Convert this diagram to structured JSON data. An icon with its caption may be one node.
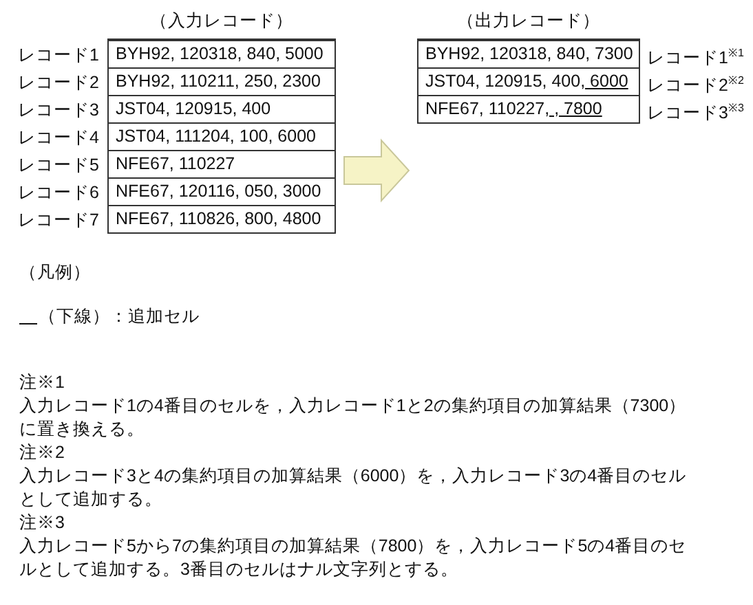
{
  "diagram": {
    "nodes": [
      {
        "text": [
          "（入力レコード）"
        ]
      },
      {
        "text": [
          "BYH92, 120318, 840, 5000"
        ],
        "in": 0,
        "beside": [
          "レコード1"
        ]
      },
      {
        "text": [
          "BYH92, 110211, 250, 2300"
        ],
        "in": 0,
        "beside": [
          "レコード2"
        ]
      },
      {
        "text": [
          "JST04, 120915, 400"
        ],
        "in": 0,
        "beside": [
          "レコード3"
        ]
      },
      {
        "text": [
          "JST04, 111204, 100, 6000"
        ],
        "in": 0,
        "beside": [
          "レコード4"
        ]
      },
      {
        "text": [
          "NFE67, 110227"
        ],
        "in": 0,
        "beside": [
          "レコード5"
        ]
      },
      {
        "text": [
          "NFE67, 120116, 050, 3000"
        ],
        "in": 0,
        "beside": [
          "レコード6"
        ]
      },
      {
        "text": [
          "NFE67, 110826, 800, 4800"
        ],
        "in": 0,
        "beside": [
          "レコード7"
        ]
      },
      {
        "text": [
          "（出力レコード）"
        ]
      },
      {
        "text": [
          "BYH92, 120318, 840, 7300"
        ],
        "in": 8,
        "beside": [
          "レコード1$^{※1}$"
        ]
      },
      {
        "text": [
          "JST04, 120915, 400, 6000"
        ],
        "in": 8,
        "beside": [
          "レコード2$^{※2}$"
        ]
      },
      {
        "text": [
          "NFE67, 110227, , 7800"
        ],
        "in": 8,
        "beside": [
          "レコード3$^{※3}$"
        ]
      }
    ],
    "edges": [
      {
        "from": 0,
        "to": 8,
        "arrow": "to"
      }
    ],
    "labels": [
      "（凡例）",
      "注※1",
      "入力レコード1の4番目のセルを，入力レコード1と2の集約項目の加算結果（7300）に置き換える。",
      "注※2",
      "入力レコード3と4の集約項目の加算結果（6000）を，入力レコード3の4番目のセルとして追加する。",
      "注※3",
      "入力レコード5から7の集約項目の加算結果（7800）を，入力レコード5の4番目のセルとして追加する。3番目のセルはナル文字列とする。"
    ],
    "legend": [
      {
        "text": "（下線）：追加セル"
      }
    ]
  }
}
